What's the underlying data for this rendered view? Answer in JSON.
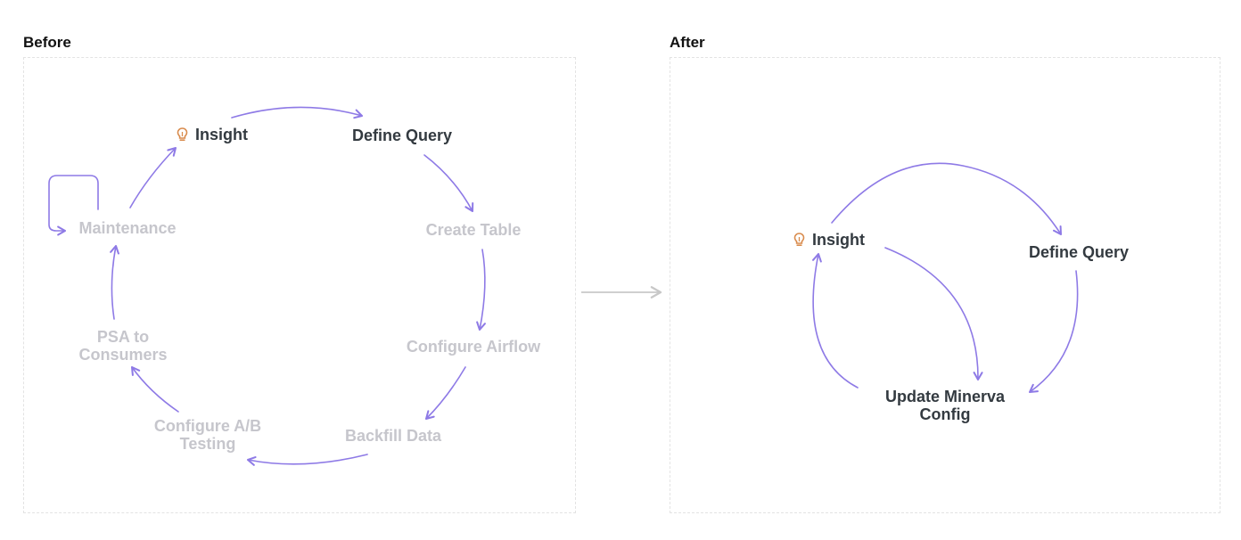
{
  "colors": {
    "arrow": "#8e7ae6",
    "bulb": "#d98c4e",
    "active_text": "#333a40",
    "faded_text": "#c6c6cc",
    "connector": "#c8c8c8"
  },
  "before": {
    "title": "Before",
    "nodes": {
      "insight": "Insight",
      "define_query": "Define Query",
      "create_table": "Create Table",
      "configure_airflow": "Configure Airflow",
      "backfill_data": "Backfill Data",
      "configure_ab_line1": "Configure A/B",
      "configure_ab_line2": "Testing",
      "psa_line1": "PSA to",
      "psa_line2": "Consumers",
      "maintenance": "Maintenance"
    },
    "icons": {
      "insight_icon": "lightbulb-icon",
      "maintenance_loop": "self-loop-arrow"
    }
  },
  "after": {
    "title": "After",
    "nodes": {
      "insight": "Insight",
      "define_query": "Define Query",
      "update_line1": "Update Minerva",
      "update_line2": "Config"
    },
    "icons": {
      "insight_icon": "lightbulb-icon"
    }
  },
  "transition": {
    "icon": "right-arrow-icon"
  }
}
